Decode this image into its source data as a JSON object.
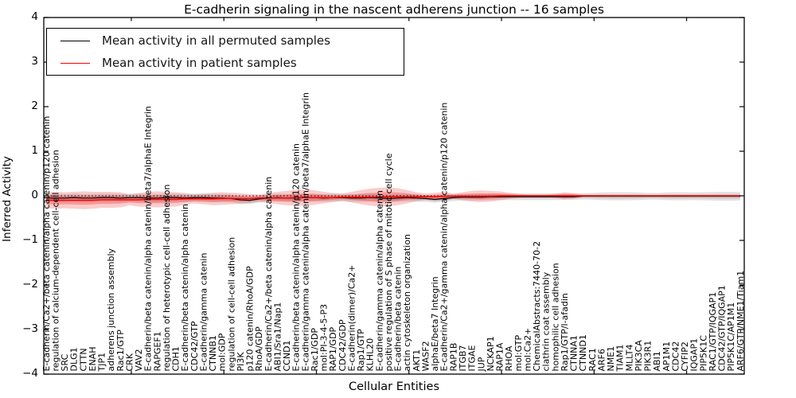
{
  "title": "E-cadherin signaling in the nascent adherens junction -- 16 samples",
  "legend": {
    "items": [
      {
        "label": "Mean activity in all permuted samples",
        "color": "#000000"
      },
      {
        "label": "Mean activity in patient samples",
        "color": "#ff0000"
      }
    ]
  },
  "chart_data": {
    "type": "line",
    "title": "E-cadherin signaling in the nascent adherens junction -- 16 samples",
    "xlabel": "Cellular Entities",
    "ylabel": "Inferred Activity",
    "ylim": [
      -4,
      4
    ],
    "yticks": [
      -4,
      -3,
      -2,
      -1,
      0,
      1,
      2,
      3,
      4
    ],
    "grid": false,
    "zero_line_style": "dotted",
    "legend_position": "upper left",
    "categories": [
      "E-cadherin/Ca2+/beta catenin/alpha catenin/p120 catenin",
      "regulation of calcium-dependent cell-cell adhesion",
      "SRC",
      "DLG1",
      "CTTN",
      "ENAH",
      "TJP1",
      "adherens junction assembly",
      "Rac1/GTP",
      "CRK",
      "VAV2",
      "E-cadherin/beta catenin/alpha catenin/beta7/alphaE Integrin",
      "RAPGEF1",
      "regulation of heterotypic cell-cell adhesion",
      "CDH1",
      "E-cadherin/beta catenin/alpha catenin",
      "CDC42/GTP",
      "E-cadherin/gamma catenin",
      "CTNNB1",
      "mol:GDP",
      "regulation of cell-cell adhesion",
      "PI3K",
      "p120 catenin/RhoA/GDP",
      "RhoA/GDP",
      "E-cadherin/Ca2+/beta catenin/alpha catenin",
      "ABI1/Sra1/Nap1",
      "CCND1",
      "E-cadherin/beta catenin/alpha catenin/p120 catenin",
      "E-cadherin/gamma catenin/alpha catenin/beta7/alphaE Integrin",
      "Rac1/GDP",
      "mol:PI-3-4-5-P3",
      "RAP1/GDP",
      "CDC42/GDP",
      "E-cadherin(dimer)/Ca2+",
      "Rap1/GTP",
      "KLHL20",
      "E-cadherin/gamma catenin/alpha catenin",
      "positive regulation of S phase of mitotic cell cycle",
      "E-cadherin/beta catenin",
      "actin cytoskeleton organization",
      "AKT1",
      "WASF2",
      "alphaE/beta7 Integrin",
      "E-cadherin/Ca2+/gamma catenin/alpha catenin/p120 catenin",
      "RAP1B",
      "ITGB7",
      "ITGAE",
      "JUP",
      "NCKAP1",
      "RAP1A",
      "RHOA",
      "mol:GTP",
      "mol:Ca2+",
      "ChemicalAbstracts:7440-70-2",
      "clathrin coat assembly",
      "homophilic cell adhesion",
      "Rap1/GTP/l-afadin",
      "CTNNA1",
      "CTNND1",
      "RAC1",
      "ARF6",
      "NME1",
      "TIAM1",
      "MLLT4",
      "PIK3CA",
      "PIK3R1",
      "ABI1",
      "AP1M1",
      "CDC42",
      "CYFIP2",
      "IQGAP1",
      "PIP5K1C",
      "RAC1/GTP/IQGAP1",
      "CDC42/GTP/IQGAP1",
      "PIP5K1C/AP1M1",
      "ARF6/GTP/NME1/Tiam1"
    ],
    "series": [
      {
        "name": "Mean activity in all permuted samples",
        "color": "#000000",
        "band_color": "#787878",
        "mean": [
          -0.05,
          -0.05,
          -0.05,
          -0.04,
          -0.05,
          -0.05,
          -0.04,
          -0.04,
          -0.05,
          -0.04,
          -0.04,
          -0.05,
          -0.05,
          -0.04,
          -0.04,
          -0.05,
          -0.04,
          -0.04,
          -0.05,
          -0.05,
          -0.06,
          -0.09,
          -0.1,
          -0.07,
          -0.05,
          -0.04,
          -0.05,
          -0.05,
          -0.04,
          -0.04,
          -0.05,
          -0.04,
          -0.04,
          -0.05,
          -0.05,
          -0.04,
          -0.05,
          -0.06,
          -0.05,
          -0.04,
          -0.05,
          -0.06,
          -0.08,
          -0.06,
          -0.04,
          -0.03,
          -0.03,
          -0.03,
          -0.02,
          -0.02,
          -0.02,
          -0.02,
          -0.02,
          -0.02,
          -0.02,
          -0.02,
          -0.02,
          -0.02,
          -0.01,
          -0.01,
          -0.01,
          -0.01,
          -0.01,
          -0.01,
          -0.01,
          -0.01,
          -0.01,
          -0.01,
          -0.01,
          -0.01,
          -0.01,
          -0.01,
          -0.01,
          -0.01,
          -0.01,
          -0.01
        ],
        "halfwidth": [
          0.09,
          0.09,
          0.09,
          0.09,
          0.09,
          0.09,
          0.09,
          0.09,
          0.09,
          0.09,
          0.09,
          0.09,
          0.09,
          0.09,
          0.09,
          0.09,
          0.09,
          0.09,
          0.09,
          0.09,
          0.09,
          0.085,
          0.085,
          0.085,
          0.085,
          0.085,
          0.085,
          0.085,
          0.085,
          0.085,
          0.085,
          0.085,
          0.085,
          0.085,
          0.085,
          0.085,
          0.085,
          0.085,
          0.085,
          0.085,
          0.085,
          0.075,
          0.075,
          0.075,
          0.075,
          0.075,
          0.075,
          0.075,
          0.075,
          0.075,
          0.075,
          0.075,
          0.075,
          0.075,
          0.075,
          0.075,
          0.07,
          0.07,
          0.07,
          0.075,
          0.085,
          0.09,
          0.09,
          0.09,
          0.085,
          0.075,
          0.075,
          0.085,
          0.09,
          0.09,
          0.085,
          0.09,
          0.095,
          0.1,
          0.1,
          0.095
        ]
      },
      {
        "name": "Mean activity in patient samples",
        "color": "#ff0000",
        "band_color": "#eb3232",
        "mean": [
          -0.1,
          -0.1,
          -0.1,
          -0.1,
          -0.1,
          -0.1,
          -0.09,
          -0.09,
          -0.09,
          -0.09,
          -0.09,
          -0.08,
          -0.08,
          -0.08,
          -0.08,
          -0.07,
          -0.07,
          -0.07,
          -0.07,
          -0.06,
          -0.06,
          -0.06,
          -0.06,
          -0.05,
          -0.05,
          -0.05,
          -0.05,
          -0.04,
          -0.04,
          -0.04,
          -0.04,
          -0.04,
          -0.03,
          -0.03,
          -0.03,
          -0.03,
          -0.03,
          -0.02,
          -0.02,
          -0.02,
          -0.02,
          -0.02,
          -0.02,
          -0.01,
          -0.01,
          -0.01,
          -0.01,
          -0.01,
          -0.01,
          0,
          0,
          0,
          0,
          0,
          0,
          0,
          0,
          0,
          0,
          0,
          0,
          0,
          0,
          0,
          0,
          0,
          0,
          0,
          0,
          0,
          0,
          0,
          0,
          0,
          0,
          0
        ],
        "halfwidth": [
          0.18,
          0.19,
          0.18,
          0.19,
          0.2,
          0.19,
          0.18,
          0.18,
          0.17,
          0.12,
          0.15,
          0.17,
          0.18,
          0.17,
          0.16,
          0.13,
          0.1,
          0.12,
          0.14,
          0.14,
          0.13,
          0.12,
          0.1,
          0.08,
          0.11,
          0.14,
          0.16,
          0.18,
          0.18,
          0.16,
          0.13,
          0.1,
          0.08,
          0.12,
          0.16,
          0.19,
          0.21,
          0.21,
          0.19,
          0.15,
          0.1,
          0.07,
          0.09,
          0.1,
          0.06,
          0.09,
          0.12,
          0.13,
          0.12,
          0.1,
          0.07,
          0.04,
          0.03,
          0.03,
          0.03,
          0.04,
          0.08,
          0.06,
          0.02,
          0.012,
          0.012,
          0.012,
          0.012,
          0.012,
          0.012,
          0.012,
          0.012,
          0.012,
          0.012,
          0.012,
          0.012,
          0.012,
          0.012,
          0.012,
          0.012,
          0.012
        ]
      }
    ]
  }
}
